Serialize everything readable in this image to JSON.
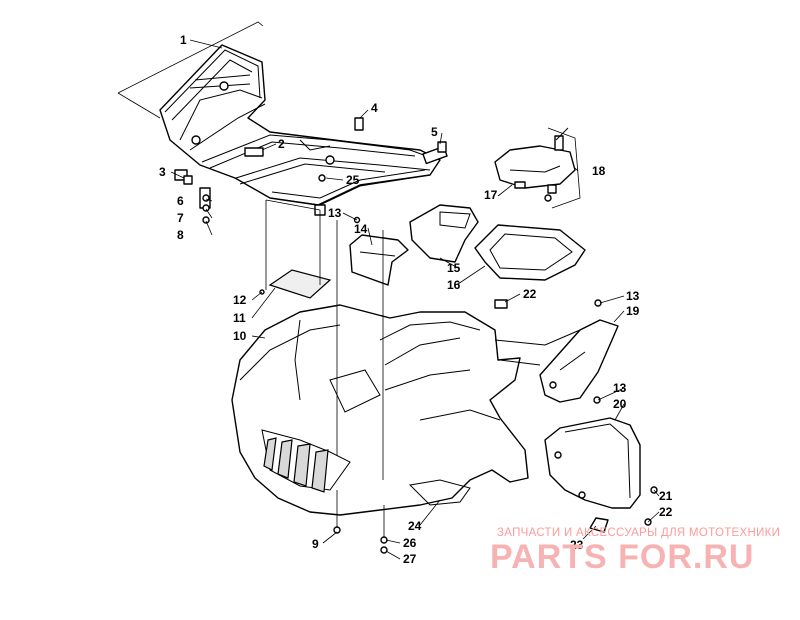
{
  "callouts": [
    {
      "id": "1",
      "label": "1"
    },
    {
      "id": "2",
      "label": "2"
    },
    {
      "id": "3",
      "label": "3"
    },
    {
      "id": "4",
      "label": "4"
    },
    {
      "id": "5",
      "label": "5"
    },
    {
      "id": "6",
      "label": "6"
    },
    {
      "id": "7",
      "label": "7"
    },
    {
      "id": "8",
      "label": "8"
    },
    {
      "id": "9",
      "label": "9"
    },
    {
      "id": "10",
      "label": "10"
    },
    {
      "id": "11",
      "label": "11"
    },
    {
      "id": "12",
      "label": "12"
    },
    {
      "id": "13a",
      "label": "13"
    },
    {
      "id": "13b",
      "label": "13"
    },
    {
      "id": "13c",
      "label": "13"
    },
    {
      "id": "14",
      "label": "14"
    },
    {
      "id": "15",
      "label": "15"
    },
    {
      "id": "16",
      "label": "16"
    },
    {
      "id": "17",
      "label": "17"
    },
    {
      "id": "18",
      "label": "18"
    },
    {
      "id": "19",
      "label": "19"
    },
    {
      "id": "20",
      "label": "20"
    },
    {
      "id": "21",
      "label": "21"
    },
    {
      "id": "22a",
      "label": "22"
    },
    {
      "id": "22b",
      "label": "22"
    },
    {
      "id": "23",
      "label": "23"
    },
    {
      "id": "24",
      "label": "24"
    },
    {
      "id": "25",
      "label": "25"
    },
    {
      "id": "26",
      "label": "26"
    },
    {
      "id": "27",
      "label": "27"
    }
  ],
  "watermark": {
    "caption": "ЗАПЧАСТИ И АКСЕССУАРЫ ДЛЯ МОТОТЕХНИКИ",
    "logo": "PARTS FOR.RU",
    "color": "#f7b3b3"
  }
}
